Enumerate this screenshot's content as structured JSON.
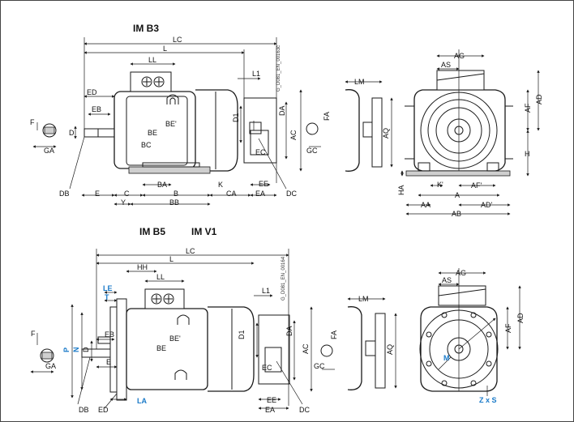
{
  "titles": {
    "top": "IM B3",
    "b5": "IM B5",
    "v1": "IM V1"
  },
  "codes": {
    "top": "G_D081_EN_00163c",
    "bottom": "G_D081_EN_00164"
  },
  "labels_top": {
    "LC": "LC",
    "L": "L",
    "LL": "LL",
    "L1": "L1",
    "ED": "ED",
    "EB": "EB",
    "F": "F",
    "GA": "GA",
    "D": "D",
    "DB": "DB",
    "E": "E",
    "C": "C",
    "Y": "Y",
    "BA": "BA",
    "B": "B",
    "BB": "BB",
    "K": "K",
    "CA": "CA",
    "EA": "EA",
    "EE": "EE",
    "DC": "DC",
    "EC": "EC",
    "AC": "AC",
    "DA": "DA",
    "D1": "D1",
    "BE": "BE",
    "BEp": "BE'",
    "BC": "BC",
    "FA": "FA",
    "GC": "GC",
    "LM": "LM",
    "AQ": "AQ",
    "AG": "AG",
    "AS": "AS",
    "AF": "AF",
    "AD": "AD",
    "H": "H",
    "HA": "HA",
    "Kp": "K'",
    "AFp": "AF'",
    "A": "A",
    "AA": "AA",
    "AB": "AB",
    "ADp": "AD'"
  },
  "labels_bottom": {
    "LC": "LC",
    "L": "L",
    "HH": "HH",
    "LL": "LL",
    "L1": "L1",
    "LE": "LE",
    "T": "T",
    "F": "F",
    "GA": "GA",
    "P": "P",
    "N": "N",
    "D": "D",
    "EB": "EB",
    "E": "E",
    "BE": "BE",
    "BEp": "BE'",
    "D1": "D1",
    "DA": "DA",
    "AC": "AC",
    "EC": "EC",
    "DB": "DB",
    "ED": "ED",
    "LA": "LA",
    "EE": "EE",
    "EA": "EA",
    "DC": "DC",
    "FA": "FA",
    "GC": "GC",
    "LM": "LM",
    "AQ": "AQ",
    "AG": "AG",
    "AS": "AS",
    "AF": "AF",
    "AD": "AD",
    "M": "M",
    "ZxS": "Z x S"
  },
  "colors": {
    "line": "#1a1a1a",
    "accent_blue": "#1a7ac8",
    "hatch": "#cfcfcf"
  }
}
